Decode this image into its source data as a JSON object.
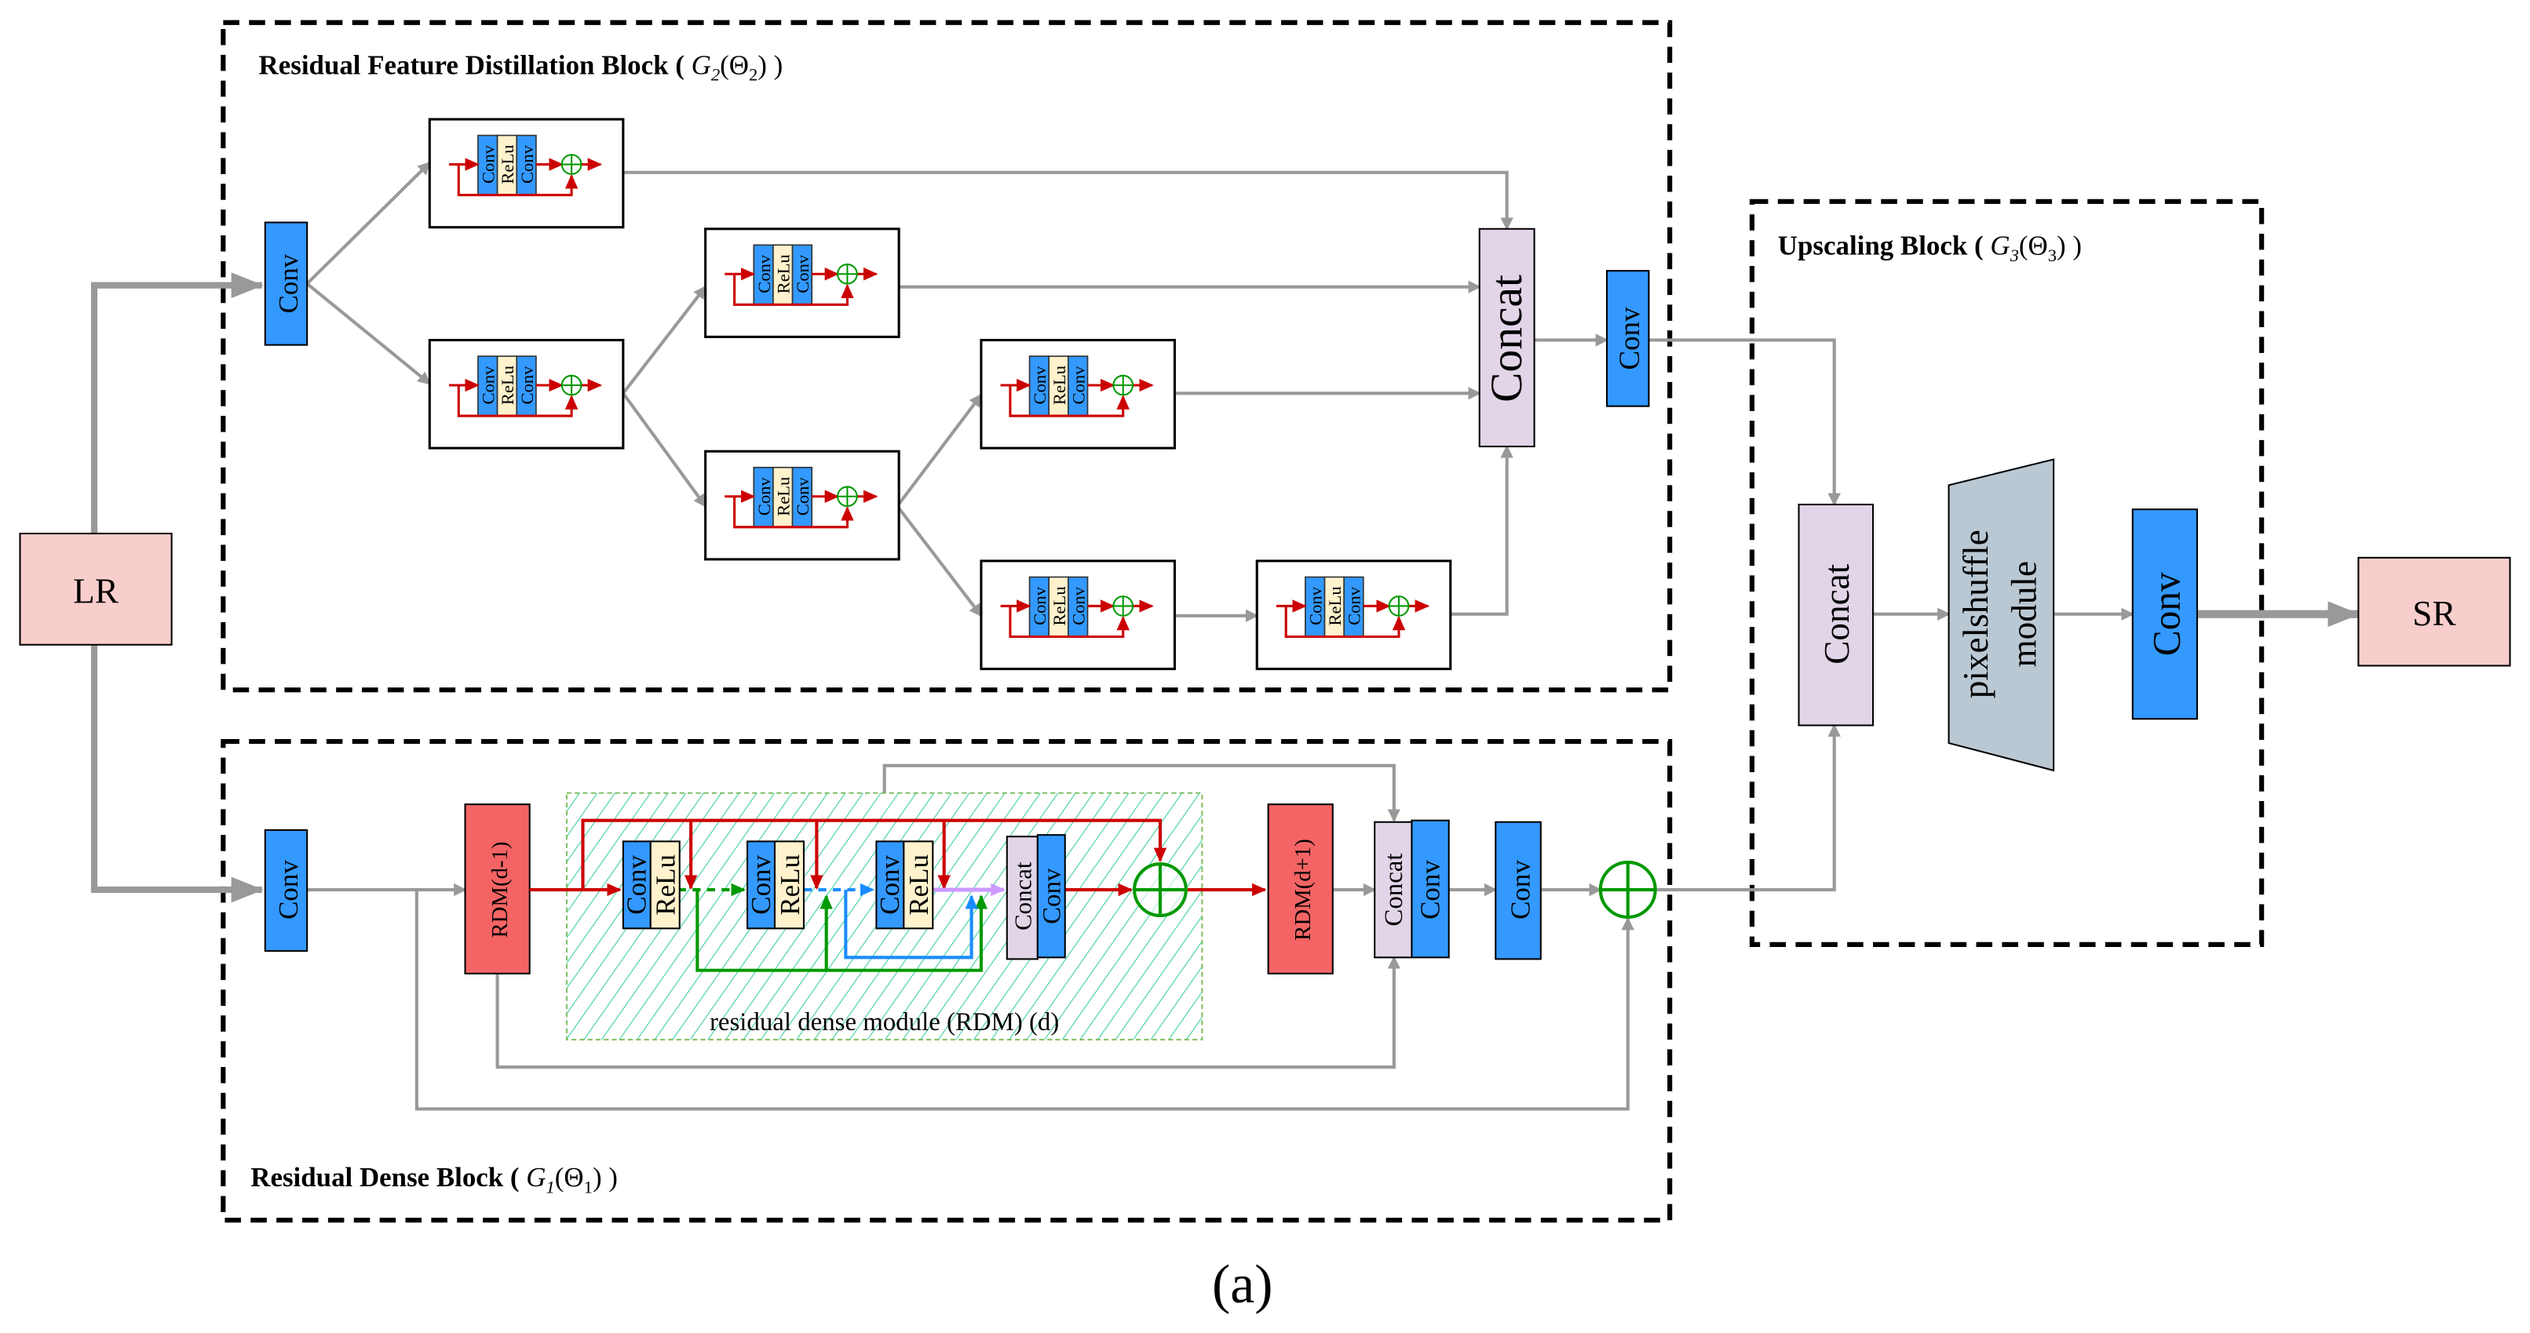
{
  "colors": {
    "conv": "#3399ff",
    "relu": "#fff2cc",
    "concat": "#e1d5e7",
    "rdm": "#f46464",
    "io_box": "#f8cecc",
    "pixelshuffle": "#bac8d3",
    "arrow_gray": "#999999",
    "skip_red": "#cc0000",
    "plus_green": "#009900",
    "hatch_green": "#33cc99"
  },
  "input_label": "LR",
  "output_label": "SR",
  "caption": "(a)",
  "rfdb": {
    "title_text": "Residual Feature Distillation Block ( ",
    "title_fn": "G",
    "title_sub": "2",
    "title_arg": "(Θ",
    "title_arg_sub": "2",
    "title_close": ") )",
    "conv_label": "Conv",
    "concat_label": "Concat",
    "out_conv_label": "Conv",
    "unit_labels": [
      "Conv",
      "ReLu",
      "Conv"
    ]
  },
  "upscaling": {
    "title_text": "Upscaling Block ( ",
    "title_fn": "G",
    "title_sub": "3",
    "title_arg": "(Θ",
    "title_arg_sub": "3",
    "title_close": ") )",
    "concat_label": "Concat",
    "pixelshuffle_line1": "pixelshuffle",
    "pixelshuffle_line2": "module",
    "conv_label": "Conv"
  },
  "rdb": {
    "title_text": "Residual Dense Block ( ",
    "title_fn": "G",
    "title_sub": "1",
    "title_arg": "(Θ",
    "title_arg_sub": "1",
    "title_close": ") )",
    "conv_label": "Conv",
    "rdm_prev_label": "RDM(d-1)",
    "rdm_next_label": "RDM(d+1)",
    "rdm_caption": "residual dense module (RDM) (d)",
    "inner_conv_label": "Conv",
    "inner_relu_label": "ReLu",
    "inner_concat_label": "Concat",
    "inner_conv2_label": "Conv",
    "concat_label": "Concat",
    "concat_conv_label": "Conv",
    "out_conv_label": "Conv"
  }
}
